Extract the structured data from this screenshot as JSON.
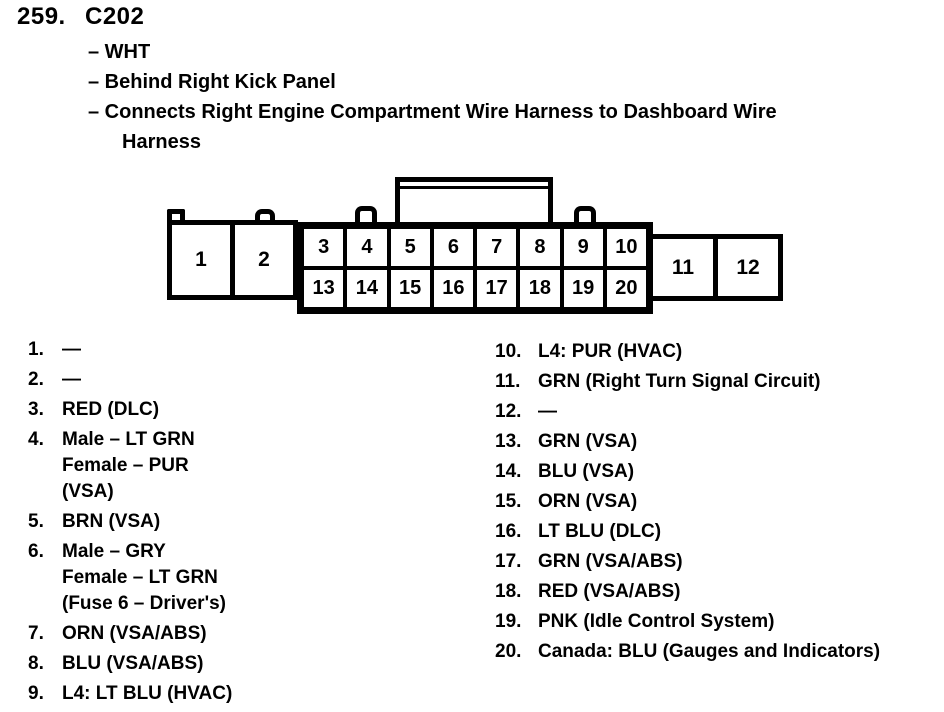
{
  "header": {
    "item_number": "259.",
    "connector_id": "C202",
    "bullets": [
      "– WHT",
      "– Behind Right Kick Panel",
      "– Connects Right Engine Compartment Wire Harness to Dashboard Wire\nHarness"
    ]
  },
  "connector": {
    "left_cells": [
      "1",
      "2"
    ],
    "top_row": [
      "3",
      "4",
      "5",
      "6",
      "7",
      "8",
      "9",
      "10"
    ],
    "bottom_row": [
      "13",
      "14",
      "15",
      "16",
      "17",
      "18",
      "19",
      "20"
    ],
    "right_cells": [
      "11",
      "12"
    ]
  },
  "pins_left": [
    {
      "num": "1.",
      "lines": [
        "—"
      ]
    },
    {
      "num": "2.",
      "lines": [
        "—"
      ]
    },
    {
      "num": "3.",
      "lines": [
        "RED (DLC)"
      ]
    },
    {
      "num": "4.",
      "lines": [
        "Male – LT GRN",
        "Female – PUR",
        "(VSA)"
      ]
    },
    {
      "num": "5.",
      "lines": [
        "BRN (VSA)"
      ]
    },
    {
      "num": "6.",
      "lines": [
        "Male – GRY",
        "Female – LT GRN",
        "(Fuse 6 – Driver's)"
      ]
    },
    {
      "num": "7.",
      "lines": [
        "ORN (VSA/ABS)"
      ]
    },
    {
      "num": "8.",
      "lines": [
        "BLU (VSA/ABS)"
      ]
    },
    {
      "num": "9.",
      "lines": [
        "L4: LT BLU (HVAC)"
      ]
    }
  ],
  "pins_right": [
    {
      "num": "10.",
      "lines": [
        "L4: PUR (HVAC)"
      ]
    },
    {
      "num": "11.",
      "lines": [
        "GRN (Right Turn Signal Circuit)"
      ]
    },
    {
      "num": "12.",
      "lines": [
        "—"
      ]
    },
    {
      "num": "13.",
      "lines": [
        "GRN (VSA)"
      ]
    },
    {
      "num": "14.",
      "lines": [
        "BLU (VSA)"
      ]
    },
    {
      "num": "15.",
      "lines": [
        "ORN (VSA)"
      ]
    },
    {
      "num": "16.",
      "lines": [
        "LT BLU (DLC)"
      ]
    },
    {
      "num": "17.",
      "lines": [
        "GRN (VSA/ABS)"
      ]
    },
    {
      "num": "18.",
      "lines": [
        "RED (VSA/ABS)"
      ]
    },
    {
      "num": "19.",
      "lines": [
        "PNK (Idle Control System)"
      ]
    },
    {
      "num": "20.",
      "lines": [
        "Canada: BLU (Gauges and Indicators)"
      ]
    }
  ],
  "colors": {
    "ink": "#000000",
    "paper": "#ffffff"
  }
}
